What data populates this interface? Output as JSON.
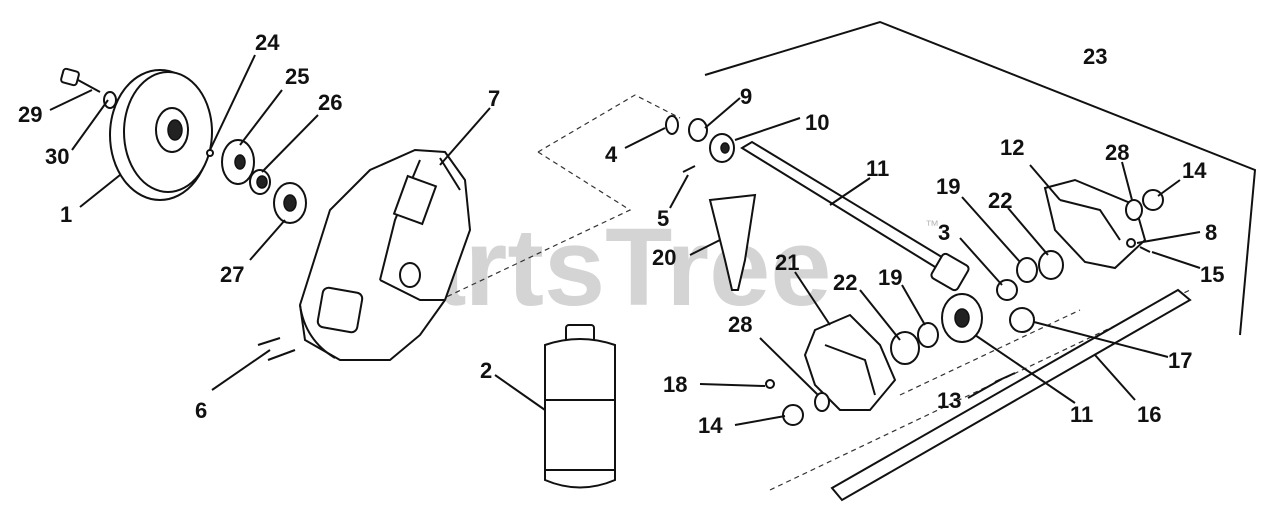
{
  "watermark": "PartsTree",
  "trademark": "™",
  "callouts": [
    {
      "id": "c29",
      "text": "29"
    },
    {
      "id": "c30",
      "text": "30"
    },
    {
      "id": "c1",
      "text": "1"
    },
    {
      "id": "c24",
      "text": "24"
    },
    {
      "id": "c25",
      "text": "25"
    },
    {
      "id": "c26",
      "text": "26"
    },
    {
      "id": "c27",
      "text": "27"
    },
    {
      "id": "c7",
      "text": "7"
    },
    {
      "id": "c6",
      "text": "6"
    },
    {
      "id": "c2",
      "text": "2"
    },
    {
      "id": "c4",
      "text": "4"
    },
    {
      "id": "c9",
      "text": "9"
    },
    {
      "id": "c10",
      "text": "10"
    },
    {
      "id": "c5",
      "text": "5"
    },
    {
      "id": "c20",
      "text": "20"
    },
    {
      "id": "c11a",
      "text": "11"
    },
    {
      "id": "c23",
      "text": "23"
    },
    {
      "id": "c12",
      "text": "12"
    },
    {
      "id": "c28a",
      "text": "28"
    },
    {
      "id": "c14a",
      "text": "14"
    },
    {
      "id": "c19a",
      "text": "19"
    },
    {
      "id": "c22a",
      "text": "22"
    },
    {
      "id": "c8",
      "text": "8"
    },
    {
      "id": "c3",
      "text": "3"
    },
    {
      "id": "c15",
      "text": "15"
    },
    {
      "id": "c21",
      "text": "21"
    },
    {
      "id": "c22b",
      "text": "22"
    },
    {
      "id": "c19b",
      "text": "19"
    },
    {
      "id": "c28b",
      "text": "28"
    },
    {
      "id": "c17",
      "text": "17"
    },
    {
      "id": "c18",
      "text": "18"
    },
    {
      "id": "c13",
      "text": "13"
    },
    {
      "id": "c14b",
      "text": "14"
    },
    {
      "id": "c11b",
      "text": "11"
    },
    {
      "id": "c16",
      "text": "16"
    }
  ]
}
